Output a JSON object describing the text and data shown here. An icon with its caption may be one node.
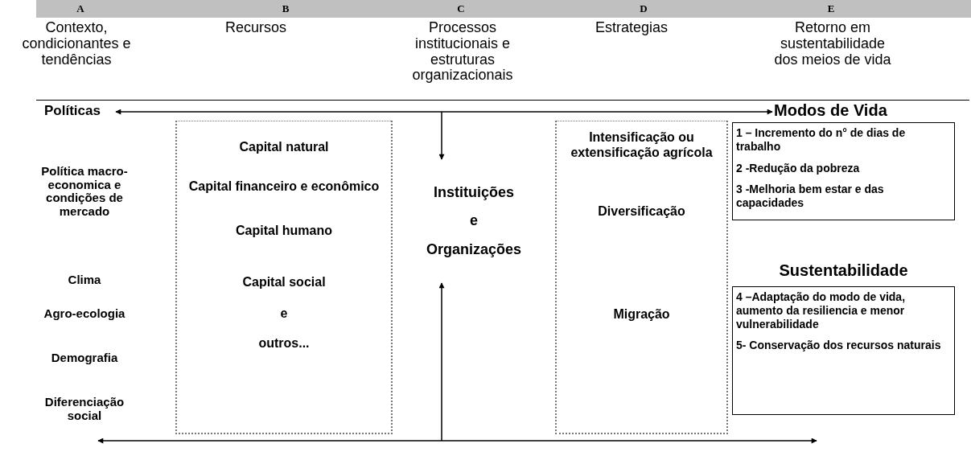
{
  "diagram": {
    "nodes": [
      {
        "text": [
          "Políticas"
        ]
      },
      {
        "text": [
          "Modos de Vida"
        ]
      },
      {
        "text": [
          "Capital natural",
          "Capital financeiro e econômico",
          "Capital humano",
          "Capital social",
          "e",
          "outros..."
        ]
      },
      {
        "text": [
          "Instituições",
          "e",
          "Organizações"
        ]
      },
      {
        "text": [
          "Intensificação ou extensificação agrícola",
          "Diversificação",
          "Migração"
        ]
      },
      {
        "text": [
          "1 – Incremento do n° de dias de trabalho",
          "2 -Redução da pobreza",
          "3 -Melhoria bem estar e das capacidades"
        ]
      },
      {
        "text": [
          "Sustentabilidade",
          "4 –Adaptação do modo de vida, aumento da resiliencia e menor vulnerabilidade",
          "5- Conservação dos recursos naturais"
        ]
      }
    ],
    "edges": [
      {
        "from": 0,
        "to": 1,
        "arrow": "both"
      },
      {
        "from": null,
        "to": 3,
        "arrow": "to"
      },
      {
        "from": null,
        "to": 3,
        "arrow": "to"
      }
    ],
    "labels": [
      "A",
      "B",
      "C",
      "D",
      "E",
      "Contexto, condicionantes e tendências",
      "Recursos",
      "Processos institucionais e estruturas organizacionais",
      "Estrategias",
      "Retorno em sustentabilidade dos meios de vida",
      "Política macro-economica e condições de mercado",
      "Clima",
      "Agro-ecologia",
      "Demografia",
      "Diferenciação social"
    ]
  }
}
